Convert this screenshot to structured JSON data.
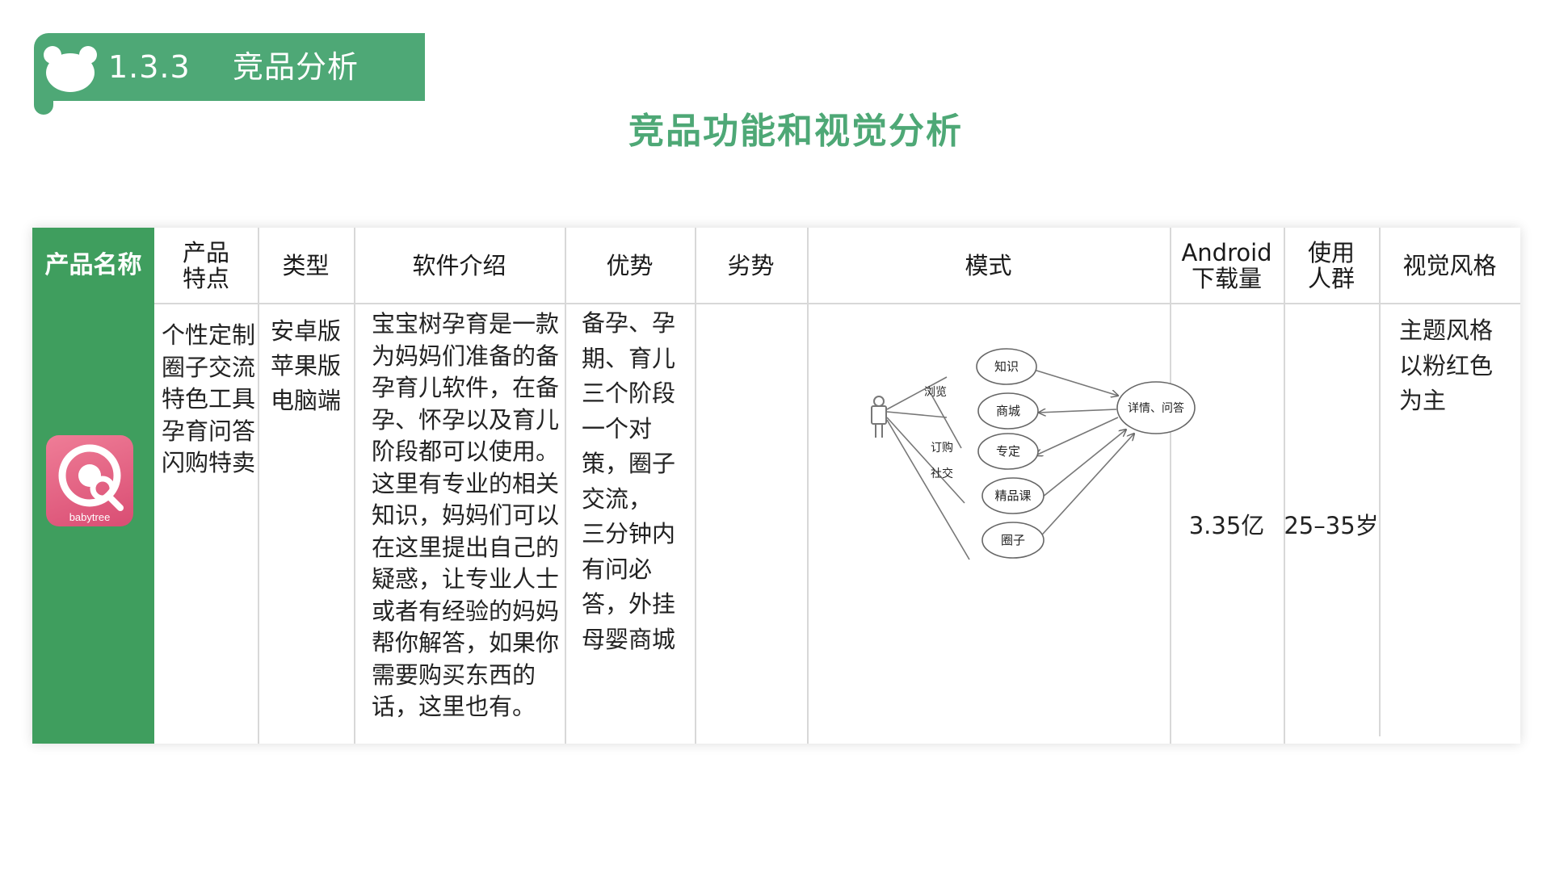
{
  "section": {
    "title": "1.3.3    竞品分析"
  },
  "main_title": "竞品功能和视觉分析",
  "table": {
    "headers": {
      "name": "产品名称",
      "features": [
        "产品",
        "特点"
      ],
      "type": "类型",
      "intro": "软件介绍",
      "strengths": "优势",
      "weaknesses": "劣势",
      "mode": "模式",
      "downloads": [
        "Android",
        "下载量"
      ],
      "users": [
        "使用",
        "人群"
      ],
      "visual": "视觉风格"
    },
    "row": {
      "app_label": "babytree",
      "features": [
        "个性定制",
        "圈子交流",
        "特色工具",
        "孕育问答",
        "闪购特卖"
      ],
      "type": [
        "安卓版",
        "苹果版",
        "电脑端"
      ],
      "intro": [
        "宝宝树孕育是一款",
        "为妈妈们准备的备",
        "孕育儿软件，在备",
        "孕、怀孕以及育儿",
        "阶段都可以使用。",
        "这里有专业的相关",
        "知识，妈妈们可以",
        "在这里提出自己的",
        "疑惑，让专业人士",
        "或者有经验的妈妈",
        "帮你解答，如果你",
        "需要购买东西的",
        "话，这里也有。"
      ],
      "strengths": [
        "备孕、孕",
        "期、育儿",
        "三个阶段",
        "一个对",
        "策，圈子",
        "交流，",
        "三分钟内",
        "有问必",
        "答，外挂",
        "母婴商城"
      ],
      "weaknesses": "",
      "downloads": "3.35亿",
      "users": "25–35岁",
      "visual": [
        "主题风格",
        "以粉红色",
        "为主"
      ]
    },
    "diagram": {
      "nodes": [
        "知识",
        "商城",
        "专定",
        "精品课",
        "圈子",
        "详情、问答"
      ],
      "edge_labels": [
        "浏览",
        "订购",
        "社交"
      ]
    }
  },
  "colors": {
    "brand_green": "#4ea876",
    "first_col_green": "#3f9e5e",
    "app_pink": "#e0607f"
  },
  "icons": {
    "header": "bear-head-icon",
    "actor": "user-actor-icon"
  }
}
